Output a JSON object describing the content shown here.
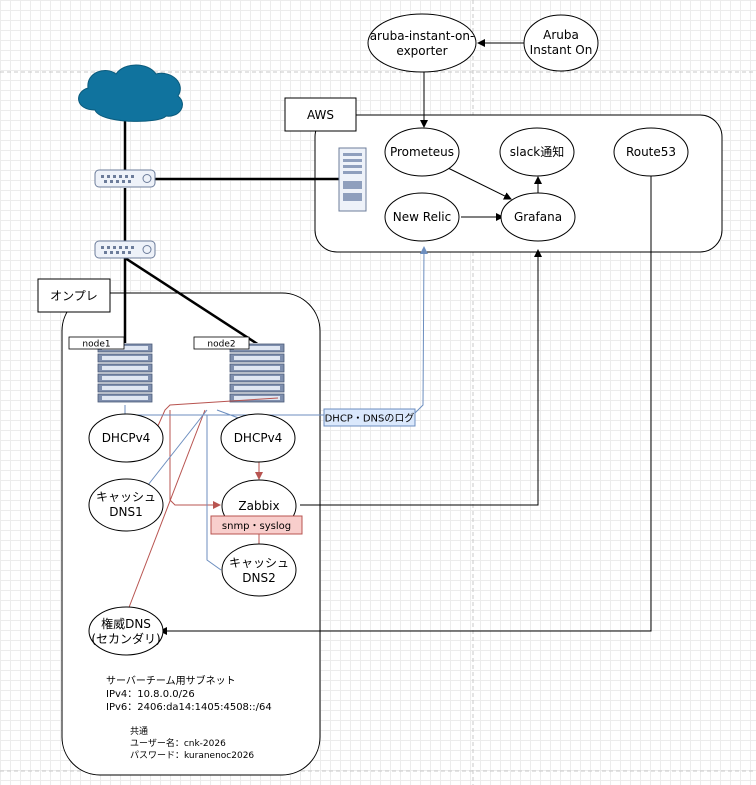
{
  "groups": {
    "aws": "AWS",
    "onprem": "オンプレ"
  },
  "nodes": {
    "exporter_l1": "aruba-instant-on-",
    "exporter_l2": "exporter",
    "aruba_l1": "Aruba",
    "aruba_l2": "Instant On",
    "prometheus": "Prometeus",
    "slack": "slack通知",
    "route53": "Route53",
    "newrelic": "New Relic",
    "grafana": "Grafana",
    "dhcp1": "DHCPv4",
    "dhcp2": "DHCPv4",
    "cache1_l1": "キャッシュ",
    "cache1_l2": "DNS1",
    "cache2_l1": "キャッシュ",
    "cache2_l2": "DNS2",
    "zabbix": "Zabbix",
    "authdns_l1": "権威DNS",
    "authdns_l2": "(セカンダリ)"
  },
  "servers": {
    "node1": "node1",
    "node2": "node2"
  },
  "tags": {
    "logs": "DHCP・DNSのログ",
    "snmp": "snmp・syslog"
  },
  "notes": {
    "subnet_title": "サーバーチーム用サブネット",
    "ipv4": "IPv4：10.8.0.0/26",
    "ipv6": "IPv6：2406:da14:1405:4508::/64",
    "common": "共通",
    "user": "ユーザー名：cnk-2026",
    "password": "パスワード：kuranenoc2026"
  },
  "colors": {
    "red_link": "#b85450",
    "blue_link": "#6c8ebf",
    "cloud": "#10739e",
    "tag_red_fill": "#f8cecc",
    "tag_blue_fill": "#dae8fc"
  }
}
